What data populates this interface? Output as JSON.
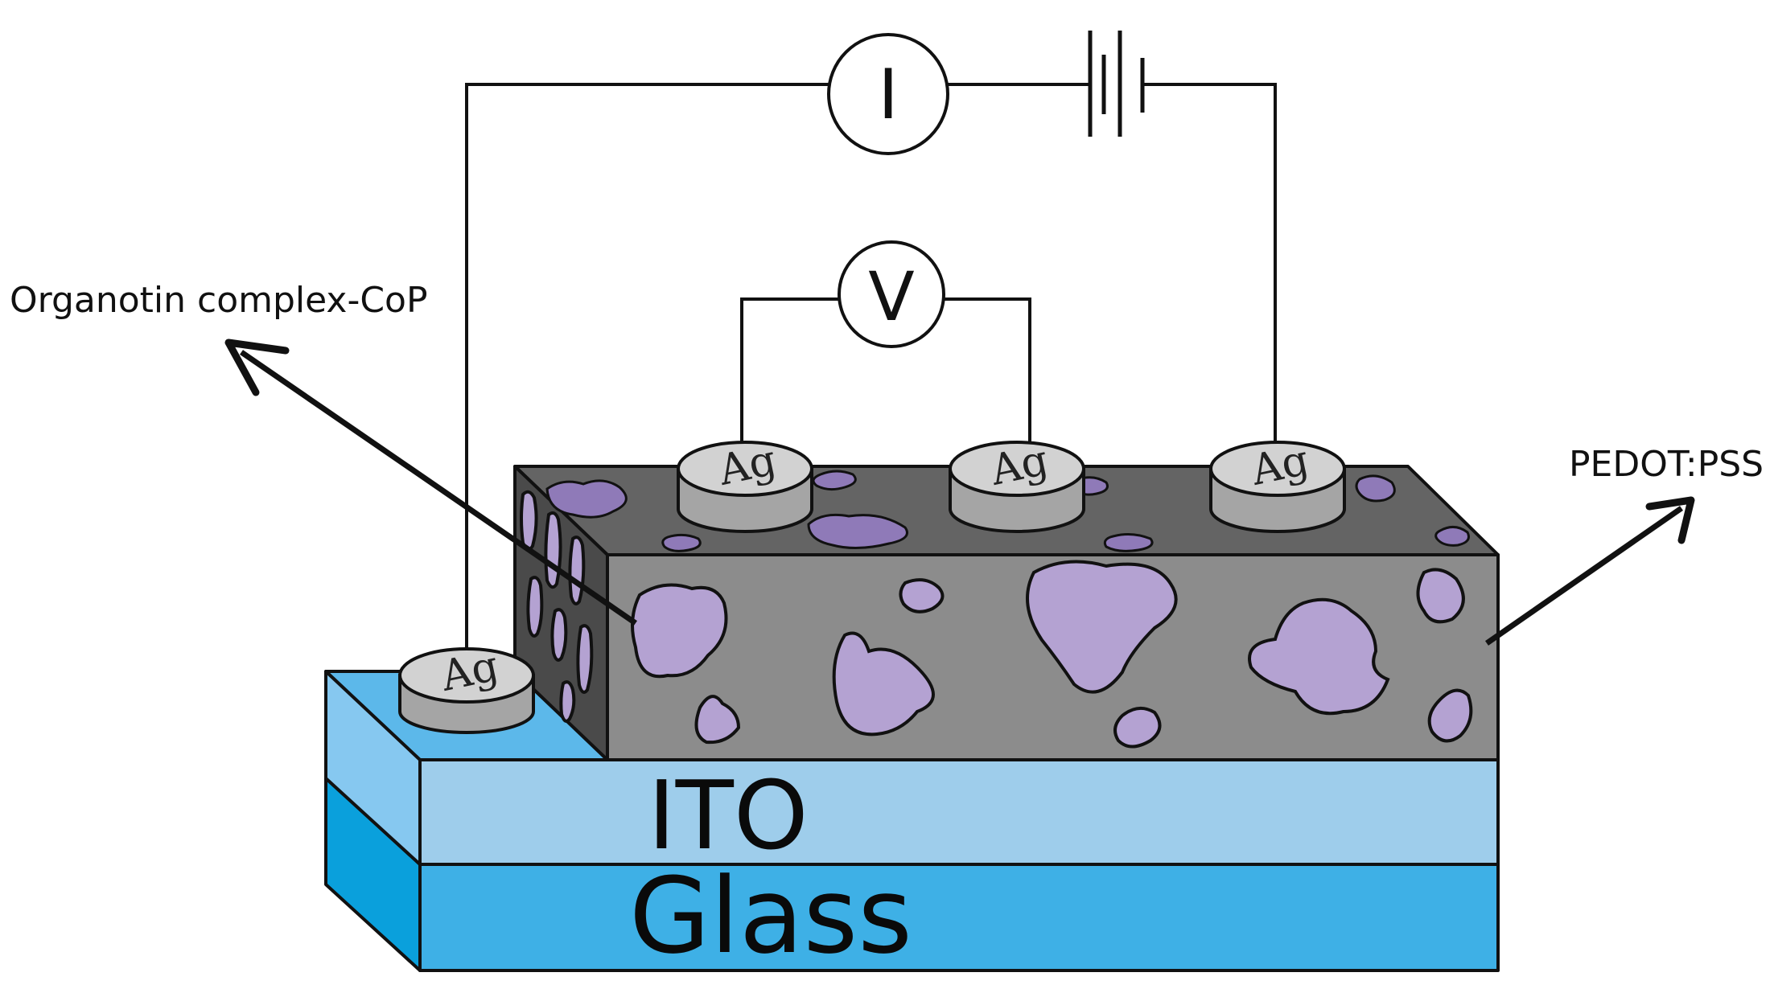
{
  "labels": {
    "organotin": "Organotin complex-CoP",
    "pedot": "PEDOT:PSS",
    "ito": "ITO",
    "glass": "Glass"
  },
  "electrodes": {
    "electrode_1": "Ag",
    "electrode_2": "Ag",
    "electrode_3": "Ag",
    "electrode_4": "Ag"
  },
  "meters": {
    "current": "I",
    "voltage": "V"
  },
  "colors": {
    "glass_front": "#3eb0e6",
    "glass_side": "#0aa0dc",
    "ito_front": "#9ecdeb",
    "ito_side": "#86c8f0",
    "ito_top": "#5cb8ea",
    "film_front": "#8c8c8c",
    "film_top": "#646464",
    "film_side": "#4a4a4a",
    "particle": "#b4a2d2",
    "particle_top": "#8f7ab8",
    "electrode_top": "#d2d2d2",
    "electrode_side": "#a5a5a5"
  }
}
